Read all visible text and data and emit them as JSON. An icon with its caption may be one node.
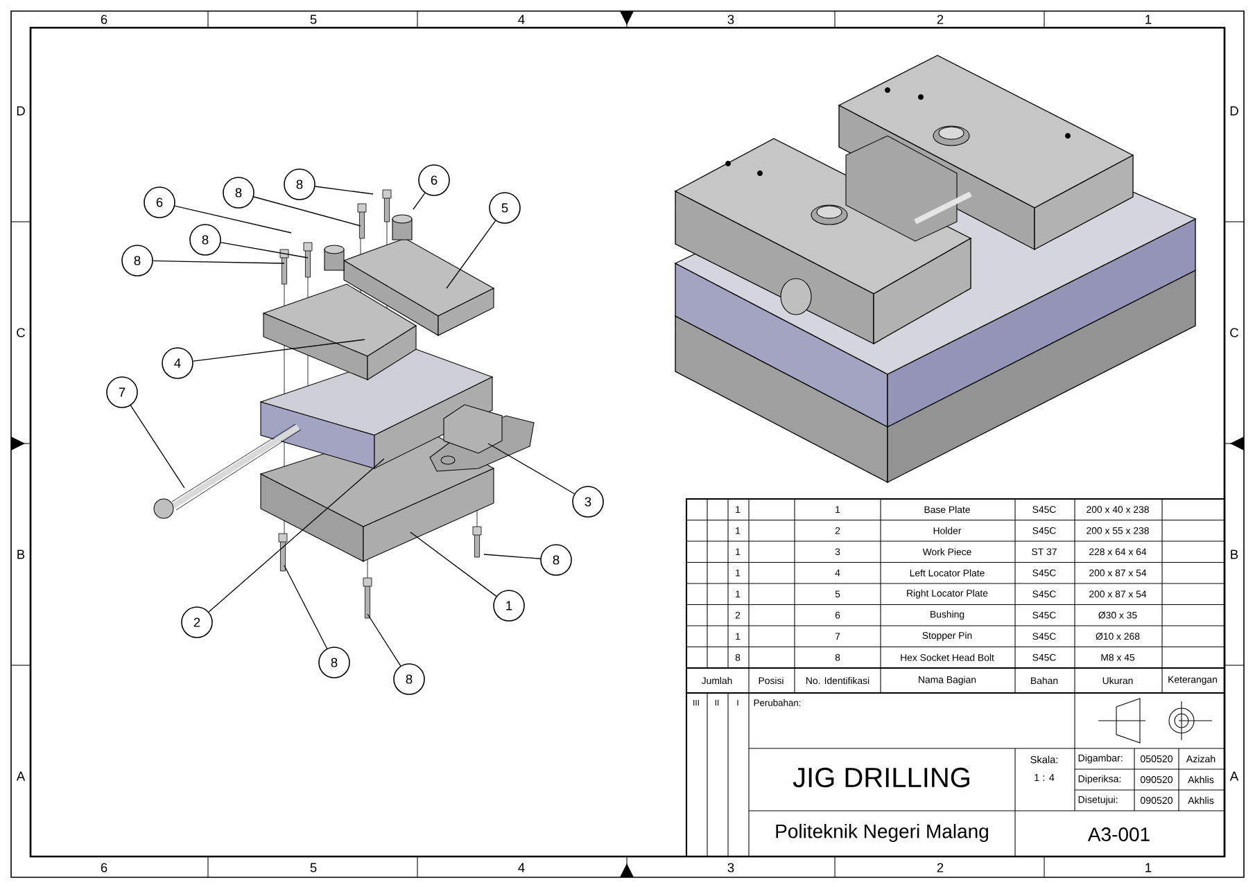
{
  "diagram": {
    "nodes": [
      {
        "text": [
          "8"
        ]
      },
      {
        "text": [
          "8"
        ]
      },
      {
        "text": [
          "6"
        ]
      },
      {
        "text": [
          "8"
        ]
      },
      {
        "text": [
          "8"
        ]
      },
      {
        "text": [
          "6"
        ]
      },
      {
        "text": [
          "5"
        ]
      },
      {
        "text": [
          "4"
        ]
      },
      {
        "text": [
          "7"
        ]
      },
      {
        "text": [
          "3"
        ]
      },
      {
        "text": [
          "8"
        ]
      },
      {
        "text": [
          "1"
        ]
      },
      {
        "text": [
          "2"
        ]
      },
      {
        "text": [
          "8"
        ]
      },
      {
        "text": [
          "8"
        ]
      }
    ],
    "edges": [
      {
        "from": 0,
        "to": null,
        "arrow": "none"
      },
      {
        "from": 1,
        "to": null,
        "arrow": "none"
      },
      {
        "from": 2,
        "to": null,
        "arrow": "none"
      },
      {
        "from": 3,
        "to": null,
        "arrow": "none"
      },
      {
        "from": 4,
        "to": null,
        "arrow": "none"
      },
      {
        "from": 5,
        "to": null,
        "arrow": "none"
      },
      {
        "from": 6,
        "to": null,
        "arrow": "none"
      },
      {
        "from": 7,
        "to": null,
        "arrow": "none"
      },
      {
        "from": 8,
        "to": null,
        "arrow": "none"
      },
      {
        "from": 9,
        "to": null,
        "arrow": "none"
      },
      {
        "from": 10,
        "to": null,
        "arrow": "none"
      },
      {
        "from": 11,
        "to": null,
        "arrow": "none"
      },
      {
        "from": 12,
        "to": null,
        "arrow": "none"
      },
      {
        "from": 13,
        "to": null,
        "arrow": "none"
      },
      {
        "from": 14,
        "to": null,
        "arrow": "none"
      }
    ],
    "labels": [
      "6",
      "5",
      "4",
      "3",
      "2",
      "1",
      "D",
      "C",
      "B",
      "A",
      "D",
      "C",
      "B",
      "A",
      "6",
      "5",
      "4",
      "3",
      "2",
      "1",
      "1",
      "1",
      "Base Plate",
      "S45C",
      "200 x 40 x 238",
      "1",
      "2",
      "Holder",
      "S45C",
      "200 x 55 x 238",
      "1",
      "3",
      "Work Piece",
      "ST 37",
      "228 x 64 x 64",
      "1",
      "4",
      "Left Locator Plate",
      "S45C",
      "200 x 87 x 54",
      "1",
      "5",
      "Right Locator Plate",
      "S45C",
      "200 x 87 x 54",
      "2",
      "6",
      "Bushing",
      "S45C",
      "Ø30 x 35",
      "1",
      "7",
      "Stopper Pin",
      "S45C",
      "Ø10 x 268",
      "8",
      "8",
      "Hex Socket Head Bolt",
      "S45C",
      "M8 x 45",
      "Jumlah",
      "Posisi",
      "No. Identifikasi",
      "Nama Bagian",
      "Bahan",
      "Ukuran",
      "Keterangan",
      "III",
      "II",
      "I",
      "Perubahan:",
      "JIG DRILLING",
      "Skala:",
      "1 : 4",
      "Digambar:",
      "050520",
      "Azizah",
      "Diperiksa:",
      "090520",
      "Akhlis",
      "Disetujui:",
      "090520",
      "Akhlis",
      "Politeknik Negeri Malang",
      "A3-001"
    ]
  }
}
